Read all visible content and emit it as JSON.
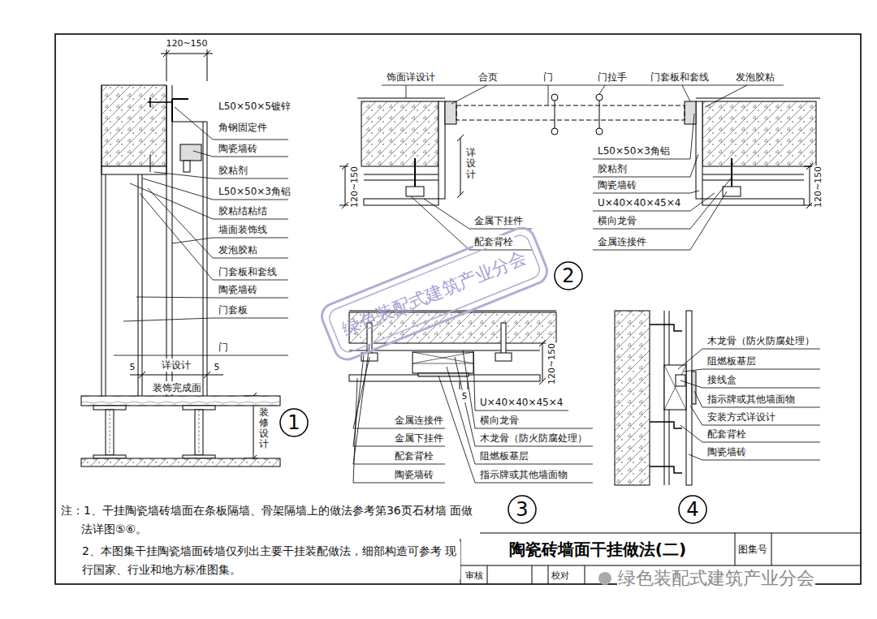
{
  "diagram": {
    "title": "陶瓷砖墙面干挂做法(二)",
    "nodes": [
      {
        "text": [
          "1"
        ]
      },
      {
        "text": [
          "2"
        ]
      },
      {
        "text": [
          "3"
        ]
      },
      {
        "text": [
          "4"
        ]
      }
    ],
    "labels": [
      "120~150",
      "L50×50×5镀锌 角钢固定件",
      "陶瓷墙砖",
      "胶粘剂",
      "L50×50×3角铝",
      "胶粘结粘结",
      "墙面装饰线",
      "发泡胶粘",
      "门套板和套线",
      "陶瓷墙砖",
      "门套板",
      "门",
      "详设计",
      "5",
      "5",
      "装饰完成面",
      "装修设计",
      "饰面详设计",
      "合页",
      "门",
      "门拉手",
      "门套板和套线",
      "发泡胶粘",
      "详设计",
      "120~150",
      "L50×50×3角铝",
      "胶粘剂",
      "陶瓷墙砖",
      "U×40×40×45×4",
      "横向龙骨",
      "金属连接件",
      "金属下挂件",
      "配套背栓",
      "120~150",
      "120~150",
      "5",
      "U×40×40×45×4",
      "横向龙骨",
      "木龙骨（防火防腐处理）",
      "阻燃板基层",
      "指示牌或其他墙面物",
      "金属连接件",
      "金属下挂件",
      "配套背栓",
      "陶瓷墙砖",
      "木龙骨（防火防腐处理）",
      "阻燃板基层",
      "接线盒",
      "指示牌或其他墙面物",
      "安装方式详设计",
      "配套背栓",
      "陶瓷墙砖",
      "注：1、干挂陶瓷墙砖墙面在条板隔墙、骨架隔墙上的做法参考第36页石材墙 面做法详图⑤⑥。",
      "2、本图集干挂陶瓷墙面砖墙仅列出主要干挂装配做法，细部构造可参考 现行国家、行业和地方标准图集。",
      "图集号",
      "审核",
      "校对",
      "绿色装配式建筑产业分会",
      "绿色装配式建筑产业分会"
    ]
  }
}
